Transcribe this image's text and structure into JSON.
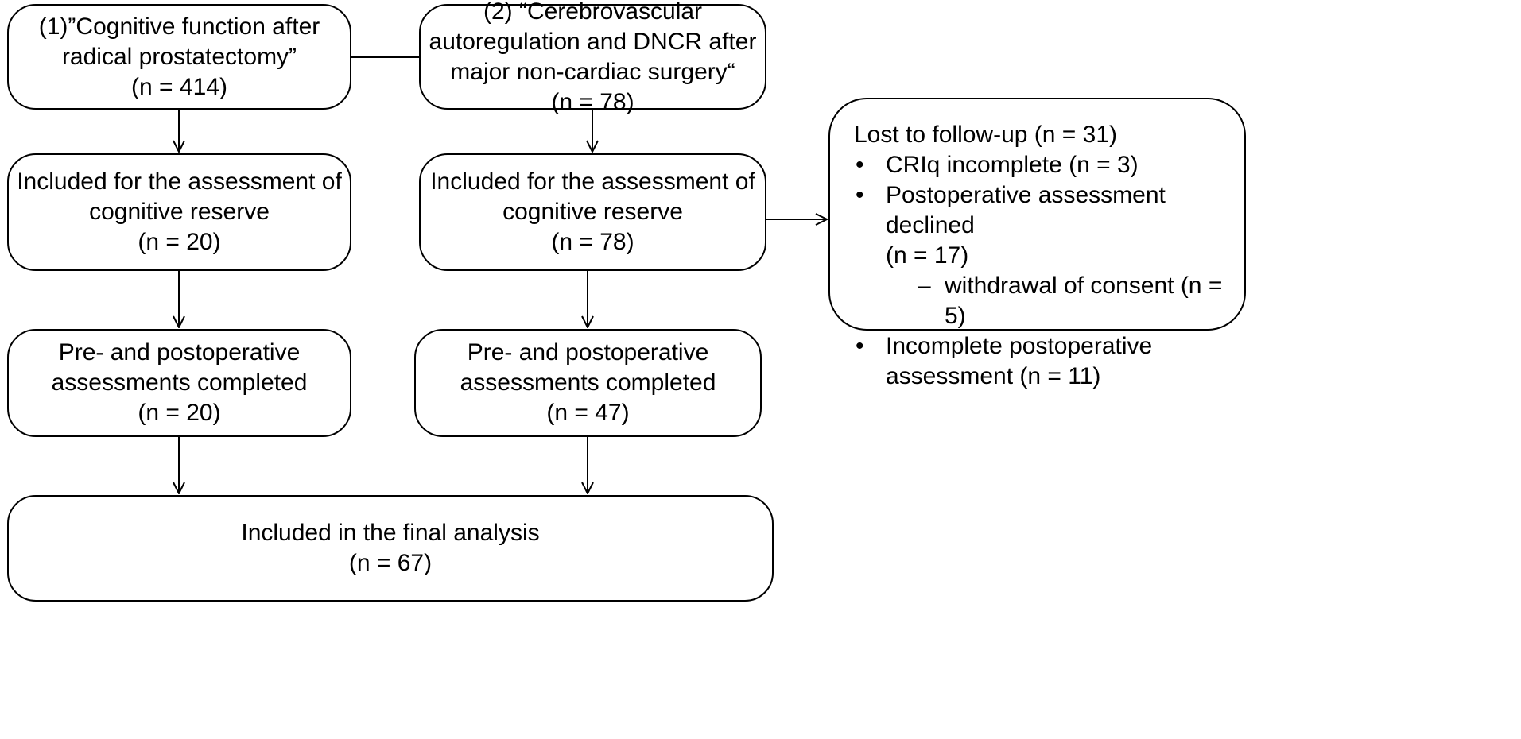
{
  "boxes": {
    "study1": {
      "line1": "(1)”Cognitive function after",
      "line2": "radical prostatectomy”",
      "n": "(n = 414)"
    },
    "study2": {
      "line1": "(2) “Cerebrovascular",
      "line2": "autoregulation and DNCR after",
      "line3": "major non-cardiac surgery“",
      "n": "(n = 78)"
    },
    "included1": {
      "line1": "Included for the assessment of",
      "line2": "cognitive reserve",
      "n": "(n = 20)"
    },
    "included2": {
      "line1": "Included for the assessment of",
      "line2": "cognitive reserve",
      "n": "(n = 78)"
    },
    "completed1": {
      "line1": "Pre- and postoperative",
      "line2": "assessments completed",
      "n": "(n = 20)"
    },
    "completed2": {
      "line1": "Pre- and postoperative",
      "line2": "assessments completed",
      "n": "(n = 47)"
    },
    "final": {
      "line1": "Included in the final analysis",
      "n": "(n = 67)"
    },
    "lost": {
      "title": "Lost to follow-up (n = 31)",
      "bullet_symbol": "•",
      "dash_symbol": "–",
      "item1": "CRIq incomplete (n = 3)",
      "item2_line1": "Postoperative assessment declined",
      "item2_line2": "(n = 17)",
      "item2_sub": "withdrawal of consent (n = 5)",
      "item3_line1": "Incomplete postoperative",
      "item3_line2": "assessment (n = 11)"
    }
  }
}
